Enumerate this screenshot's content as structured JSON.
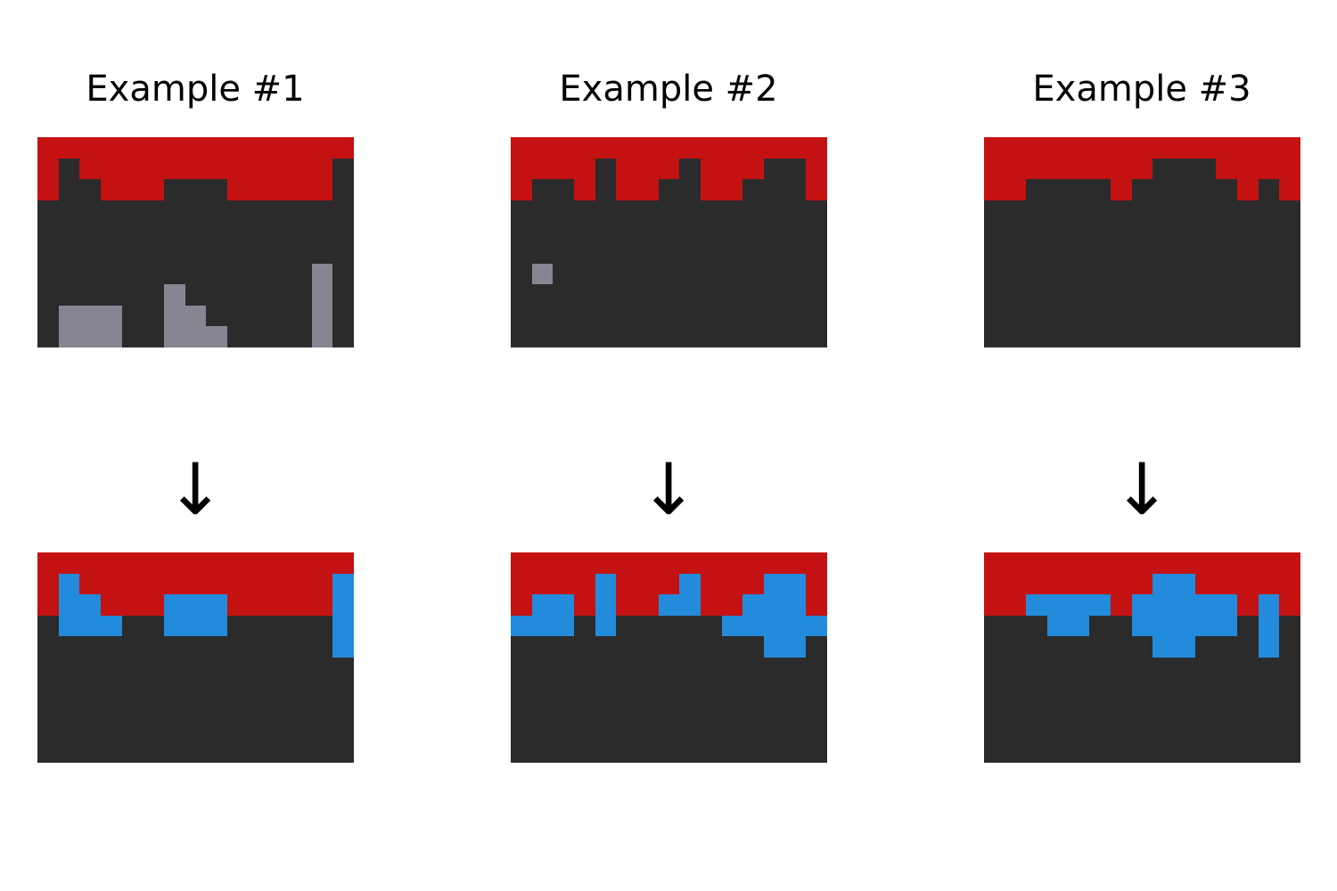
{
  "palette": {
    "0": "#2b2b2b",
    "2": "#c41212",
    "5": "#888592",
    "8": "#228bdb"
  },
  "arrow_symbol": "↓",
  "examples": [
    {
      "title": "Example #1",
      "input": [
        "222222222222222",
        "202222222222220",
        "200222000222220",
        "000000000000000",
        "000000000000000",
        "000000000000000",
        "000000000000050",
        "000000500000050",
        "055500550000050",
        "055500555000050"
      ],
      "output": [
        "222222222222222",
        "282222222222228",
        "288222888222228",
        "088800888000008",
        "000000000000008",
        "000000000000000",
        "000000000000000",
        "000000000000000",
        "000000000000000",
        "000000000000000"
      ]
    },
    {
      "title": "Example #2",
      "input": [
        "222222222222222",
        "222202220222002",
        "200202200220002",
        "000000000000000",
        "000000000000000",
        "000000000000000",
        "050000000000000",
        "000000000000000",
        "000000000000000",
        "000000000000000"
      ],
      "output": [
        "222222222222222",
        "222282228222882",
        "288282288228882",
        "888080000088888",
        "000000000000880",
        "000000000000000",
        "000000000000000",
        "000000000000000",
        "000000000000000",
        "000000000000000"
      ]
    },
    {
      "title": "Example #3",
      "input": [
        "222222222222222",
        "222222220002222",
        "220000200000202",
        "000000000000000",
        "000000000000000",
        "000000000000000",
        "000000000000000",
        "000000000000000",
        "000000000000000",
        "000000000000000"
      ],
      "output": [
        "222222222222222",
        "222222228822222",
        "228888288888282",
        "000880088888080",
        "000000008800080",
        "000000000000000",
        "000000000000000",
        "000000000000000",
        "000000000000000",
        "000000000000000"
      ]
    }
  ]
}
